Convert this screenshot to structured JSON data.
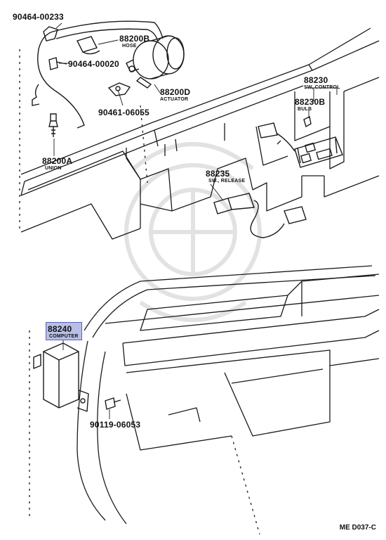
{
  "parts": [
    {
      "id": "90464-00233",
      "desc": ""
    },
    {
      "id": "88200B",
      "desc": "HOSE"
    },
    {
      "id": "90464-00020",
      "desc": ""
    },
    {
      "id": "88200D",
      "desc": "ACTUATOR"
    },
    {
      "id": "90461-06055",
      "desc": ""
    },
    {
      "id": "88200A",
      "desc": "UNION"
    },
    {
      "id": "88230",
      "desc": "SW, CONTROL"
    },
    {
      "id": "88230B",
      "desc": "BULB"
    },
    {
      "id": "88235",
      "desc": "SW., RELEASE"
    },
    {
      "id": "88240",
      "desc": "COMPUTER"
    },
    {
      "id": "90119-06053",
      "desc": ""
    }
  ],
  "highlighted_part": "88240",
  "diagram_code": "ME D037-C",
  "colors": {
    "highlight_fill": "#b8bfe6",
    "highlight_border": "#5a63b8",
    "line": "#1a1a1a",
    "watermark": "#e4e4e4"
  }
}
